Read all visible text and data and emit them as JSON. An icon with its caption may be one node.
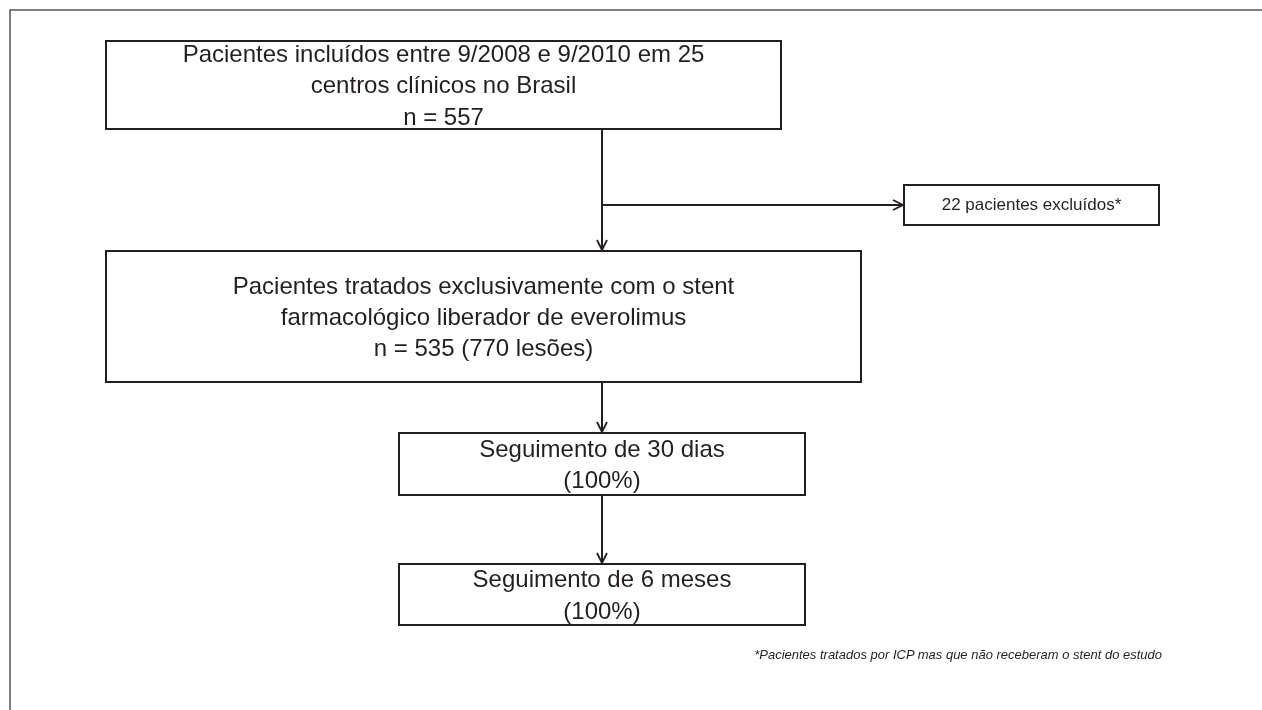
{
  "diagram": {
    "nodes": [
      {
        "text": [
          "Pacientes incluídos entre 9/2008 e 9/2010 em 25 centros clínicos no Brasil",
          "n = 557"
        ]
      },
      {
        "text": [
          "22 pacientes excluídos*"
        ]
      },
      {
        "text": [
          "Pacientes tratados exclusivamente com o stent farmacológico liberador de everolimus",
          "n = 535 (770 lesões)"
        ]
      },
      {
        "text": [
          "Seguimento de 30 dias (100%)"
        ]
      },
      {
        "text": [
          "Seguimento de 6 meses (100%)"
        ]
      }
    ],
    "edges": [
      {
        "from": 0,
        "to": 2,
        "arrow": "to"
      },
      {
        "from": 0,
        "to": 1,
        "arrow": "to"
      },
      {
        "from": 2,
        "to": 3,
        "arrow": "to"
      },
      {
        "from": 3,
        "to": 4,
        "arrow": "to"
      }
    ],
    "labels": [
      "*Pacientes tratados por ICP mas que não receberam o stent do estudo"
    ]
  }
}
